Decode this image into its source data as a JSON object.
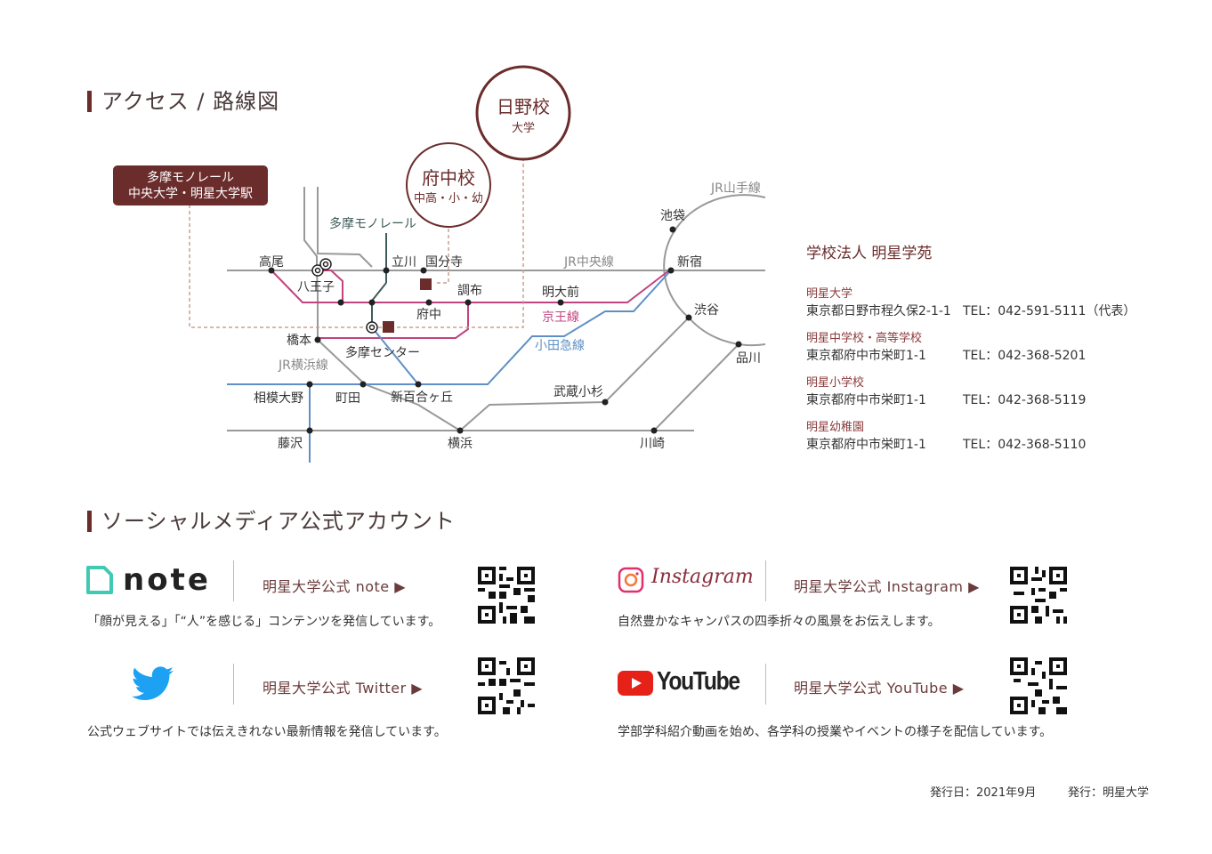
{
  "access": {
    "heading": "アクセス / 路線図",
    "callout_line1": "多摩モノレール",
    "callout_line2": "中央大学・明星大学駅",
    "hino_name": "日野校",
    "hino_sub": "大学",
    "fuchu_name": "府中校",
    "fuchu_sub": "中高・小・幼",
    "lines": {
      "monorail": "多摩モノレール",
      "chuo": "JR中央線",
      "keio": "京王線",
      "odakyu": "小田急線",
      "yokohama": "JR横浜線",
      "yamanote": "JR山手線"
    },
    "stations": {
      "takao": "高尾",
      "hachioji": "八王子",
      "tachikawa": "立川",
      "kokubunji": "国分寺",
      "chofu": "調布",
      "meidaimae": "明大前",
      "fuchu": "府中",
      "hashimoto": "橋本",
      "tama_center": "多摩センター",
      "sagami_ono": "相模大野",
      "machida": "町田",
      "shinyurigaoka": "新百合ヶ丘",
      "musashikosugi": "武蔵小杉",
      "fujisawa": "藤沢",
      "yokohama": "横浜",
      "kawasaki": "川崎",
      "ikebukuro": "池袋",
      "shinjuku": "新宿",
      "shibuya": "渋谷",
      "shinagawa": "品川"
    }
  },
  "info": {
    "org": "学校法人 明星学苑",
    "schools": [
      {
        "name": "明星大学",
        "address": "東京都日野市程久保2-1-1",
        "tel": "TEL：042-591-5111（代表）"
      },
      {
        "name": "明星中学校・高等学校",
        "address": "東京都府中市栄町1-1",
        "tel": "TEL：042-368-5201"
      },
      {
        "name": "明星小学校",
        "address": "東京都府中市栄町1-1",
        "tel": "TEL：042-368-5119"
      },
      {
        "name": "明星幼稚園",
        "address": "東京都府中市栄町1-1",
        "tel": "TEL：042-368-5110"
      }
    ]
  },
  "social": {
    "heading": "ソーシャルメディア公式アカウント",
    "note": {
      "logo": "note",
      "link": "明星大学公式 note ▶",
      "desc": "「顔が見える」「“人”を感じる」コンテンツを発信しています。"
    },
    "instagram": {
      "logo": "Instagram",
      "link": "明星大学公式 Instagram ▶",
      "desc": "自然豊かなキャンパスの四季折々の風景をお伝えします。"
    },
    "twitter": {
      "link": "明星大学公式 Twitter ▶",
      "desc": "公式ウェブサイトでは伝えきれない最新情報を発信しています。"
    },
    "youtube": {
      "logo": "YouTube",
      "link": "明星大学公式 YouTube ▶",
      "desc": "学部学科紹介動画を始め、各学科の授業やイベントの様子を配信しています。"
    }
  },
  "footer": {
    "date": "発行日：2021年9月",
    "publisher": "発行：明星大学"
  },
  "colors": {
    "brand": "#6b2c2c",
    "keio": "#c2437f",
    "odakyu": "#5f8fc4",
    "monorail": "#3d5c5a",
    "jr": "#999999"
  },
  "icons": [
    "note-logo-icon",
    "instagram-icon",
    "twitter-bird-icon",
    "youtube-play-icon",
    "qr-code-icon"
  ]
}
